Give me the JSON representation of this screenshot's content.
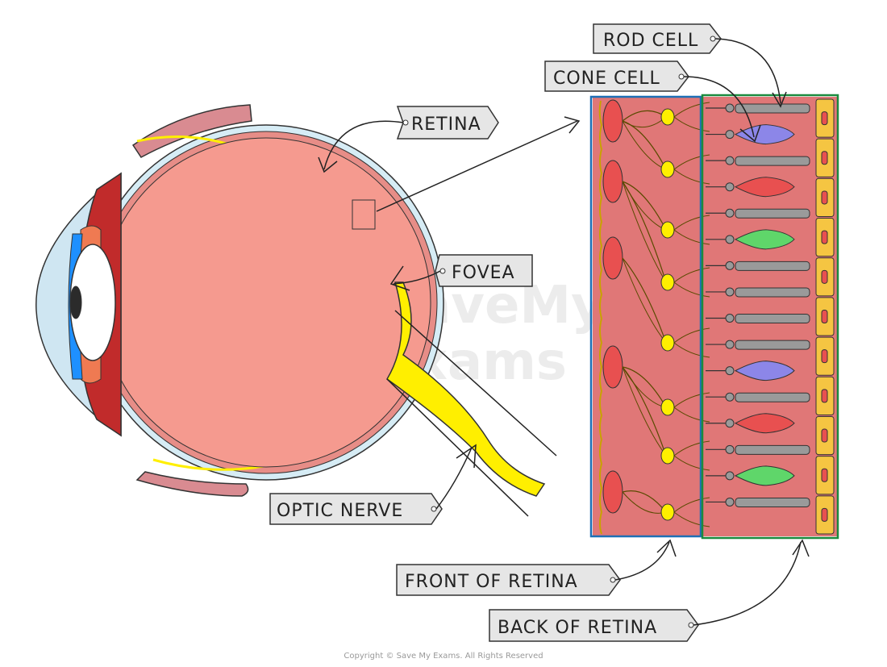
{
  "labels": {
    "rod_cell": "ROD CELL",
    "cone_cell": "CONE CELL",
    "retina": "RETINA",
    "fovea": "FOVEA",
    "optic_nerve": "OPTIC NERVE",
    "front_of_retina": "FRONT OF RETINA",
    "back_of_retina": "BACK OF RETINA"
  },
  "watermark": {
    "line1": "SaveMy",
    "line2": "Exams"
  },
  "copyright": "Copyright © Save My Exams. All Rights Reserved",
  "colors": {
    "eye_fill": "#f59a8f",
    "sclera": "#d6ecf5",
    "cornea": "#cfe6f2",
    "iris": "#c12b2b",
    "pupil": "#2b2b2b",
    "lens": "#ffffff",
    "nerve": "#ffef00",
    "retina_panel": "#e07777",
    "front_box": "#1e6fb5",
    "back_box": "#1b8a3e",
    "rod": "#9a9a9a",
    "cone_blue": "#8c86e8",
    "cone_red": "#e85050",
    "cone_green": "#5fd66a",
    "pigment": "#f5c542",
    "tag_fill": "#e6e6e6"
  },
  "photoreceptors": [
    "rod",
    "cone_blue",
    "rod",
    "cone_red",
    "rod",
    "cone_green",
    "rod",
    "rod",
    "rod",
    "rod",
    "cone_blue",
    "rod",
    "cone_red",
    "rod",
    "cone_green",
    "rod"
  ]
}
